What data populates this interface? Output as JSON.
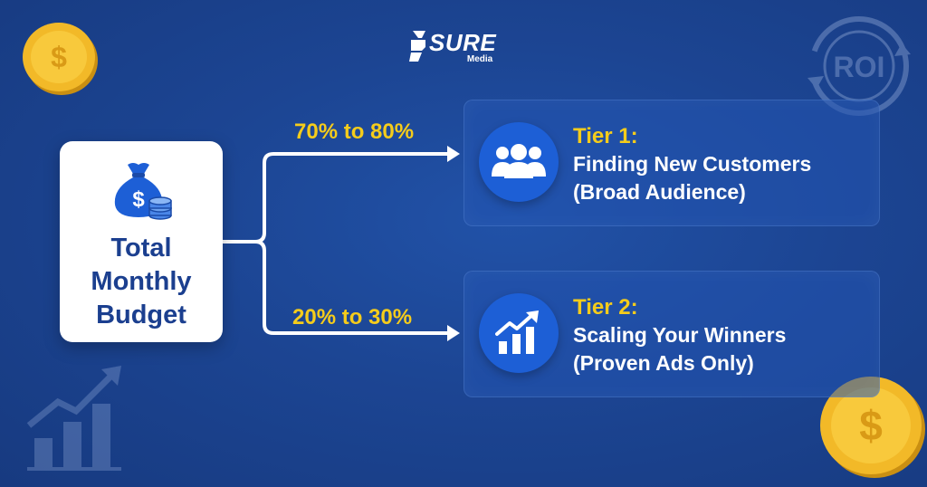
{
  "logo": {
    "word": "SURE",
    "sub": "Media"
  },
  "budget": {
    "title_lines": [
      "Total",
      "Monthly",
      "Budget"
    ]
  },
  "branches": [
    {
      "percentage": "70% to 80%"
    },
    {
      "percentage": "20% to 30%"
    }
  ],
  "tiers": [
    {
      "label": "Tier 1:",
      "line1": "Finding New Customers",
      "line2": "(Broad Audience)",
      "icon": "users-group-icon"
    },
    {
      "label": "Tier 2:",
      "line1": "Scaling Your Winners",
      "line2": "(Proven Ads Only)",
      "icon": "growth-chart-icon"
    }
  ],
  "decorations": {
    "badge_text": "ROI",
    "coin_symbol": "$"
  },
  "colors": {
    "background": "#1c4593",
    "accent_yellow": "#f5cc1b",
    "icon_blue": "#1d5fd6",
    "card_text": "#1b3f8f"
  }
}
